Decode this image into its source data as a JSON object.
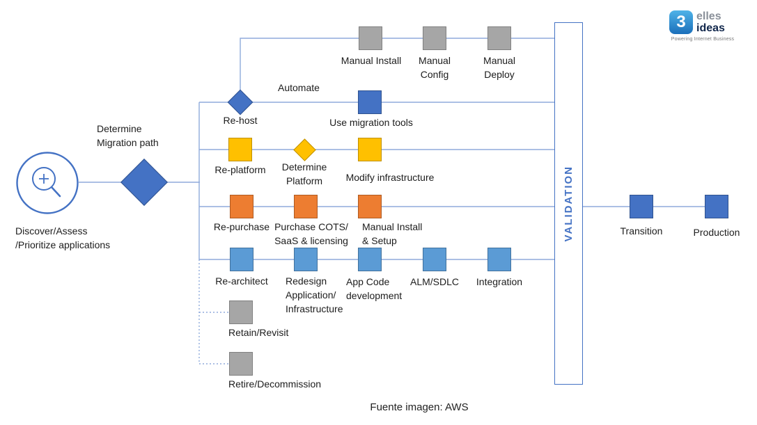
{
  "logo": {
    "number": "3",
    "name_top": "elles",
    "name_bottom": "ideas",
    "tagline": "Powering Internet Business"
  },
  "colors": {
    "primary_blue": "#4472C4",
    "light_blue": "#5B9BD5",
    "yellow": "#FFC000",
    "orange": "#ED7D31",
    "gray": "#A6A6A6",
    "connector": "#8FAADC",
    "validation_border": "#4472C4"
  },
  "labels": {
    "discover": "Discover/Assess\n/Prioritize applications",
    "determine_migration": "Determine\nMigration path",
    "rehost": "Re-host",
    "automate": "Automate",
    "manual_install": "Manual Install",
    "manual_config": "Manual\nConfig",
    "manual_deploy": "Manual\nDeploy",
    "use_migration_tools": "Use migration tools",
    "replatform": "Re-platform",
    "determine_platform": "Determine\nPlatform",
    "modify_infrastructure": "Modify infrastructure",
    "repurchase": "Re-purchase",
    "purchase_cots": "Purchase COTS/\nSaaS & licensing",
    "manual_install_setup": "Manual Install\n& Setup",
    "rearchitect": "Re-architect",
    "redesign": "Redesign\nApplication/\nInfrastructure",
    "app_code": "App Code\ndevelopment",
    "alm_sdlc": "ALM/SDLC",
    "integration": "Integration",
    "retain": "Retain/Revisit",
    "retire": "Retire/Decommission",
    "validation": "VALIDATION",
    "transition": "Transition",
    "production": "Production",
    "caption": "Fuente imagen: AWS"
  }
}
